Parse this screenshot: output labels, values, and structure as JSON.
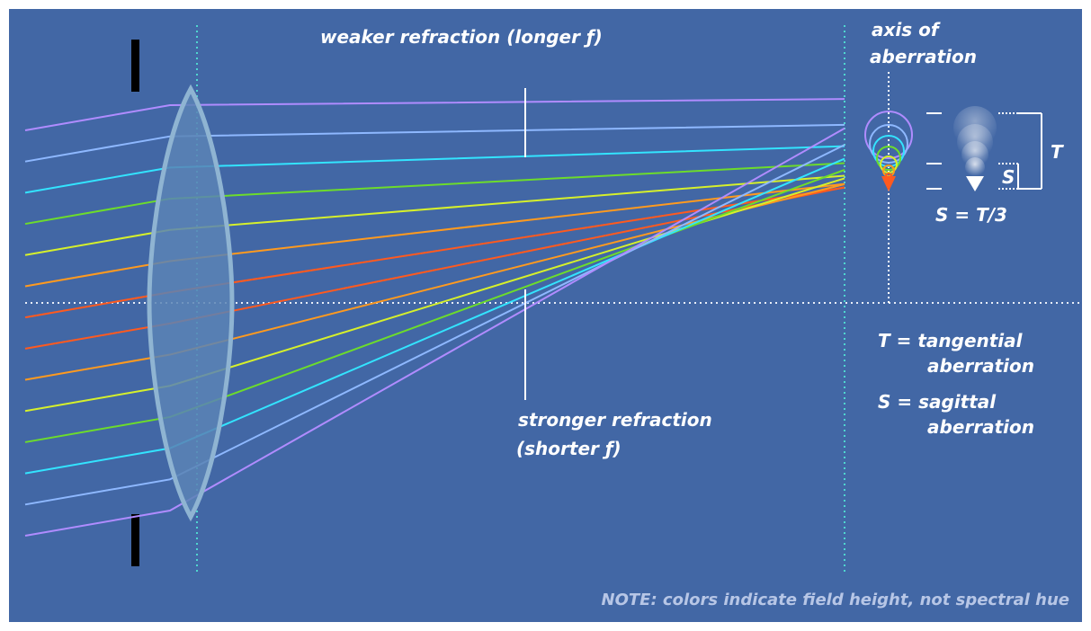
{
  "labels": {
    "weaker": "weaker refraction (longer ƒ)",
    "stronger_1": "stronger refraction",
    "stronger_2": "(shorter ƒ)",
    "axis_1": "axis of",
    "axis_2": "aberration",
    "T_symbol": "T",
    "S_symbol": "S",
    "relation": "S = T/3",
    "T_def_1": "T = tangential",
    "T_def_2": "aberration",
    "S_def_1": "S = sagittal",
    "S_def_2": "aberration",
    "note": "NOTE: colors indicate field height, not spectral hue"
  },
  "colors": {
    "background": "#4267a5",
    "lens_fill": "#5b84b5",
    "lens_edge": "#8fb4d2",
    "guide_lines": "#4fd6cf",
    "stop": "#000000",
    "rays": [
      "#b08cff",
      "#8eb8ff",
      "#33e4ff",
      "#6ddc2b",
      "#d6f02b",
      "#ff9a1f",
      "#ff5a1f"
    ]
  }
}
